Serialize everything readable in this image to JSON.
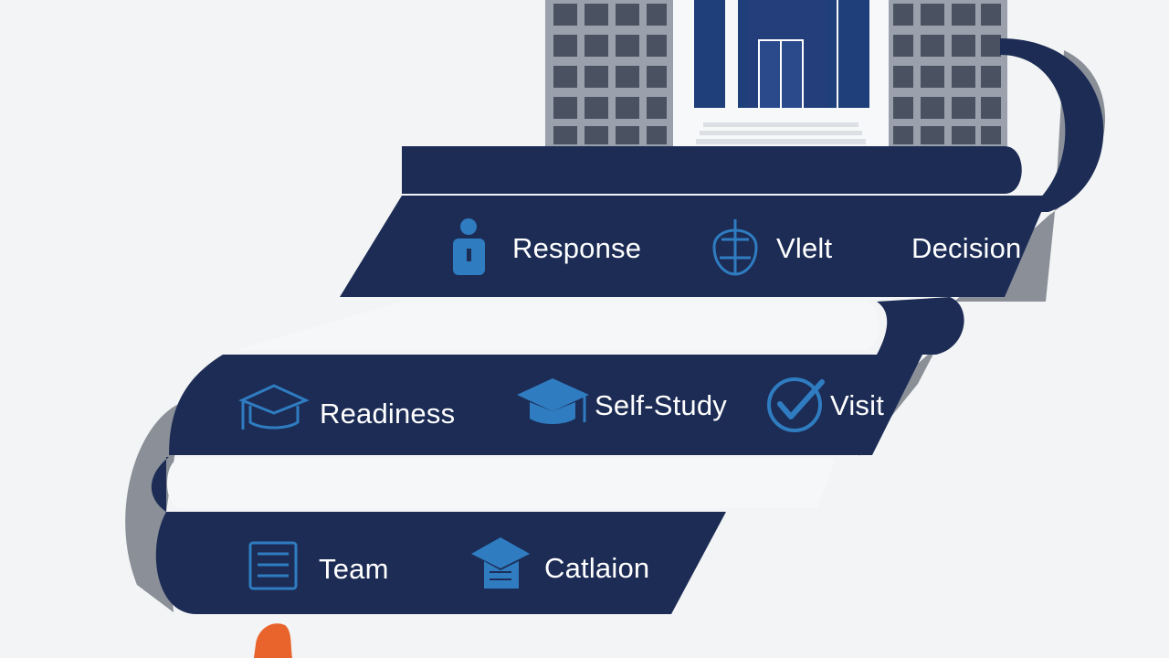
{
  "colors": {
    "background": "#f3f4f5",
    "ribbon": "#1c2c55",
    "ribbon_shadow": "#8a8f98",
    "icon_blue": "#2f7cc1",
    "building_gray": "#8f96a3",
    "building_window": "#4a5262",
    "column_blue": "#1e3f7a",
    "accent_orange": "#e8642c"
  },
  "steps": [
    {
      "label": "Response",
      "icon": "person-icon"
    },
    {
      "label": "Vlelt",
      "icon": "helmet-icon"
    },
    {
      "label": "Decision",
      "icon": ""
    },
    {
      "label": "Readiness",
      "icon": "graduation-cap-icon"
    },
    {
      "label": "Self-Study",
      "icon": "mortarboard-icon"
    },
    {
      "label": "Visit",
      "icon": "check-circle-icon"
    },
    {
      "label": "Team",
      "icon": "document-icon"
    },
    {
      "label": "Catlaion",
      "icon": "hand-cap-icon"
    }
  ]
}
